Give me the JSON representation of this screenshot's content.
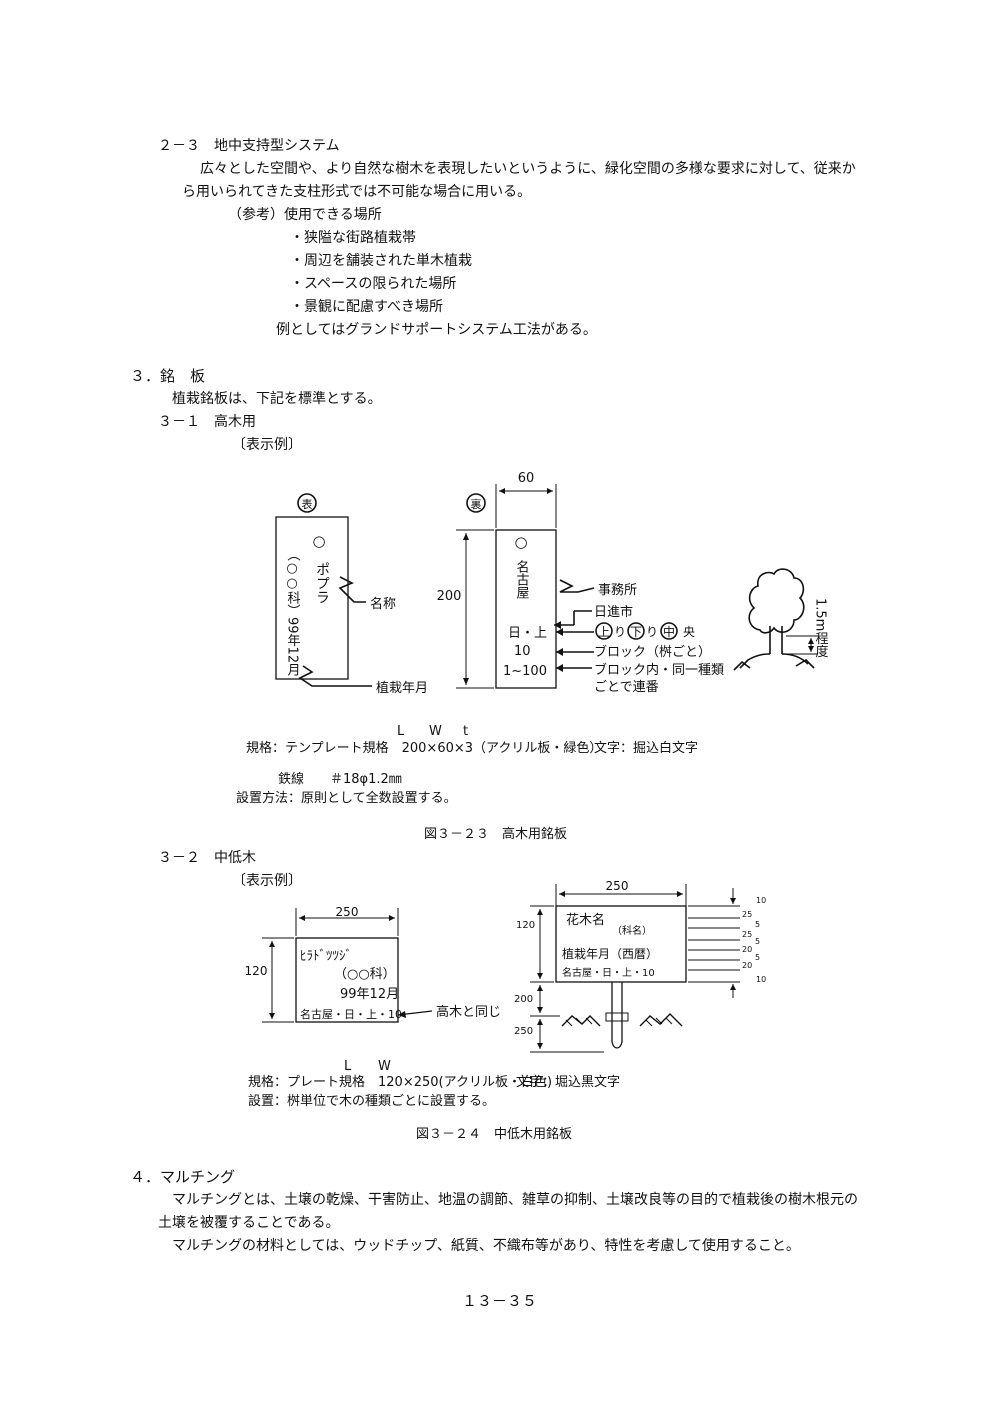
{
  "sec23": {
    "heading": "２－３　地中支持型システム",
    "para_line1": "広々とした空間や、より自然な樹木を表現したいというように、緑化空間の多様な要求に対して、従来か",
    "para_line2": "ら用いられてきた支柱形式では不可能な場合に用いる。",
    "ref_label": "（参考）使用できる場所",
    "places": [
      "・狭隘な街路植栽帯",
      "・周辺を舗装された単木植栽",
      "・スペースの限られた場所",
      "・景観に配慮すべき場所"
    ],
    "example": "例としてはグランドサポートシステム工法がある。"
  },
  "sec3": {
    "heading": "３．銘　板",
    "intro": "植栽銘板は、下記を標準とする。",
    "sub31": "３－１　高木用",
    "display_example": "〔表示例〕",
    "sub32": "３－２　中低木"
  },
  "fig23": {
    "front_mark": "表",
    "back_mark": "裏",
    "width_dim": "60",
    "height_dim": "200",
    "front_circle": "○",
    "front_name": "ポプラ",
    "front_family": "（○○科）99年12月",
    "label_name": "名称",
    "label_date": "植栽年月",
    "back_circle": "○",
    "back_city": "名古屋",
    "back_line1": "日・上",
    "back_line2": "10",
    "back_line3": "1~100",
    "label_office": "事務所",
    "label_nisshin": "日進市",
    "route_up": "上",
    "route_ri1": "り",
    "route_down": "下",
    "route_ri2": "り",
    "route_center": "中",
    "route_o": "央",
    "label_block": "ブロック（桝ごと）",
    "label_block_inner1": "ブロック内・同一種類",
    "label_block_inner2": "ごとで連番",
    "height_note": "1.5m程度",
    "lwt_l": "L",
    "lwt_w": "W",
    "lwt_t": "t",
    "spec": "規格：テンプレート規格　200×60×3（アクリル板・緑色）",
    "spec_text": "文字：掘込白文字",
    "wire": "鉄線　　＃18φ1.2㎜",
    "install": "設置方法：原則として全数設置する。",
    "caption": "図３－２３　高木用銘板"
  },
  "fig24": {
    "width_dim": "250",
    "height_dim": "120",
    "plate_name": "ﾋﾗﾄﾞﾂﾂｼﾞ",
    "plate_family": "（○○科）",
    "plate_date": "99年12月",
    "plate_code": "名古屋・日・上・10",
    "label_same": "高木と同じ",
    "r_width_dim": "250",
    "r_dim_120": "120",
    "r_dim_200": "200",
    "r_dim_250": "250",
    "r_flower": "花木名",
    "r_family": "（科名）",
    "r_date": "植栽年月（西暦）",
    "r_code": "名古屋・日・上・10",
    "side_dims": [
      "10",
      "25",
      "5",
      "25",
      "5",
      "20",
      "5",
      "20",
      "10"
    ],
    "lw_l": "L",
    "lw_w": "W",
    "spec": "規格：プレート規格　120×250(アクリル板・白色)",
    "spec_text": "文字：堀込黒文字",
    "install": "設置：桝単位で木の種類ごとに設置する。",
    "caption": "図３－２４　中低木用銘板"
  },
  "sec4": {
    "heading": "４．マルチング",
    "p1_line1": "マルチングとは、土壌の乾燥、干害防止、地温の調節、雑草の抑制、土壌改良等の目的で植栽後の樹木根元の",
    "p1_line2": "土壌を被覆することである。",
    "p2": "マルチングの材料としては、ウッドチップ、紙質、不織布等があり、特性を考慮して使用すること。"
  },
  "page_number": "１３－３５"
}
